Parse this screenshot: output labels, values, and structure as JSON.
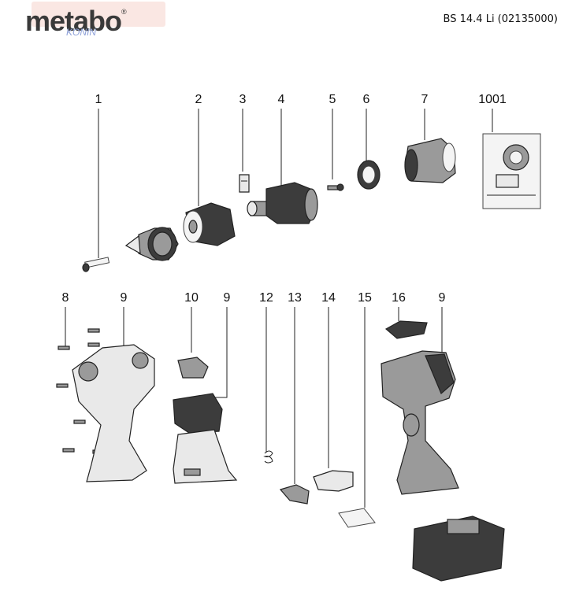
{
  "header": {
    "brand": "metabo",
    "brand_mark": "®",
    "watermark_text": "KONIN",
    "model": "BS 14.4 Li (02135000)"
  },
  "parts": {
    "p1": "1",
    "p2": "2",
    "p3": "3",
    "p4": "4",
    "p5": "5",
    "p6": "6",
    "p7": "7",
    "p1001": "1001",
    "p8": "8",
    "p9a": "9",
    "p10": "10",
    "p9b": "9",
    "p12": "12",
    "p13": "13",
    "p14": "14",
    "p15": "15",
    "p16": "16",
    "p9c": "9"
  }
}
